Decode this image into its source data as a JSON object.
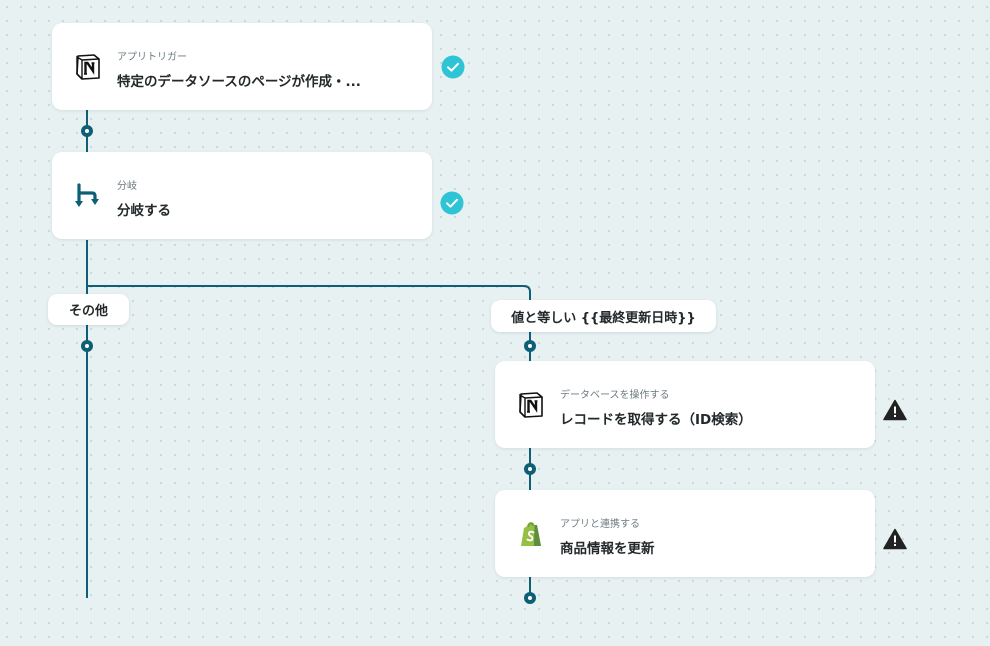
{
  "flow": {
    "trigger": {
      "subtitle": "アプリトリガー",
      "title": "特定のデータソースのページが作成・...",
      "icon": "notion-icon",
      "status": "complete-check-icon"
    },
    "branch": {
      "subtitle": "分岐",
      "title": "分岐する",
      "icon": "branch-icon",
      "status": "complete-check-icon"
    },
    "branches": {
      "other_label": "その他",
      "condition_label": "値と等しい {{最終更新日時}}"
    },
    "step_db": {
      "subtitle": "データベースを操作する",
      "title": "レコードを取得する（ID検索）",
      "icon": "notion-icon",
      "status": "warning-icon"
    },
    "step_shop": {
      "subtitle": "アプリと連携する",
      "title": "商品情報を更新",
      "icon": "shopify-icon",
      "status": "warning-icon"
    }
  },
  "colors": {
    "background": "#e8f1f2",
    "connector": "#0e5f76",
    "check": "#2ec4d6",
    "warning": "#222222",
    "shopify": "#95bf47"
  }
}
